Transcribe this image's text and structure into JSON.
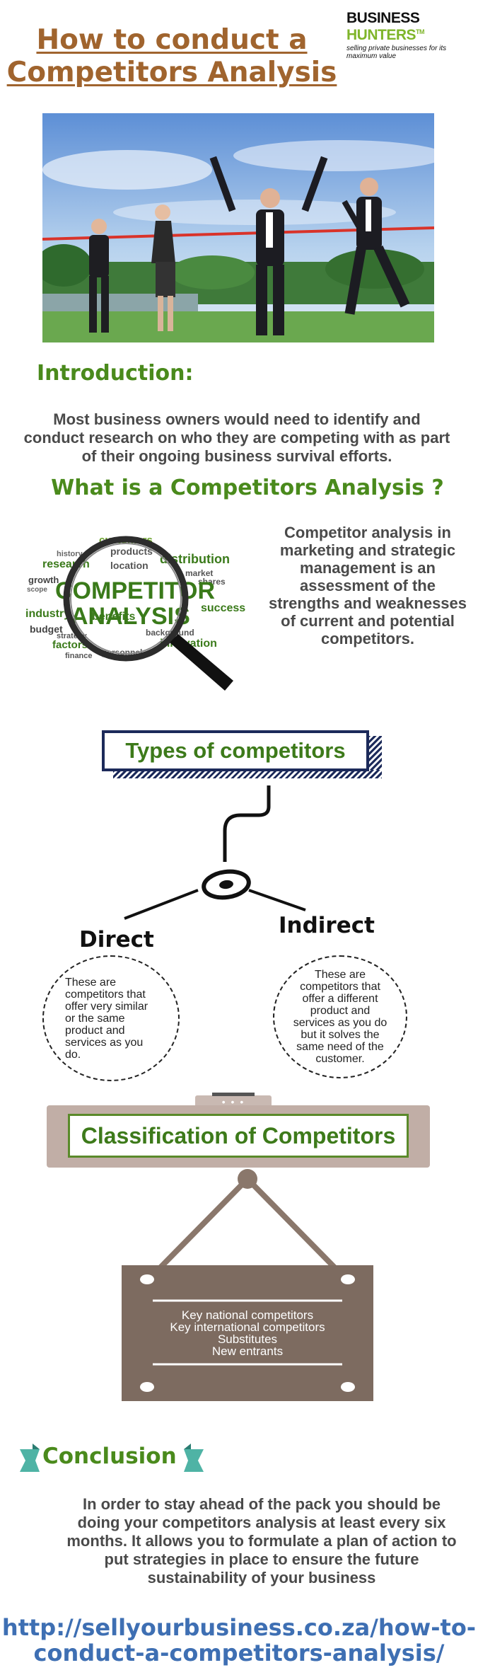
{
  "header": {
    "title_line1": "How to conduct a",
    "title_line2": "Competitors Analysis",
    "logo_part1": "BUSINESS",
    "logo_part2": "HUNTERS",
    "logo_tm": "TM",
    "logo_tagline": "selling private businesses for its maximum value"
  },
  "intro": {
    "heading": "Introduction:",
    "text": "Most business owners would need to identify and conduct research on who they are competing with as part of their ongoing business survival efforts."
  },
  "what": {
    "heading": "What is a Competitors Analysis ?",
    "text": "Competitor analysis in marketing and strategic management is an assessment of the strengths and weaknesses of current and potential competitors.",
    "cloud_main1": "COMPETITOR",
    "cloud_main2": "ANALYSIS",
    "cloud_words": [
      "customers",
      "research",
      "products",
      "distribution",
      "history",
      "location",
      "scope",
      "growth",
      "success",
      "industry",
      "budget",
      "benefits",
      "factors",
      "strategy",
      "background",
      "innovation",
      "personnel",
      "finance",
      "shares",
      "market"
    ]
  },
  "types": {
    "heading": "Types of competitors",
    "direct_label": "Direct",
    "direct_text": "These are competitors that offer very similar or the same product and services as you do.",
    "indirect_label": "Indirect",
    "indirect_text": "These are competitors that offer a different product and services as you do but it solves the same need of the customer."
  },
  "classification": {
    "heading": "Classification of Competitors",
    "dots": "• • •",
    "items": [
      "Key national competitors",
      "Key international competitors",
      "Substitutes",
      "New entrants"
    ]
  },
  "conclusion": {
    "heading": "Conclusion",
    "text": "In order to stay ahead of the pack you should be doing your competitors analysis at least every six months. It allows you to formulate a plan of action to put strategies in place to ensure the future sustainability of your business"
  },
  "footer": {
    "url_line1": "http://sellyourbusiness.co.za/how-to-",
    "url_line2": "conduct-a-competitors-analysis/"
  },
  "colors": {
    "title_brown": "#a0642e",
    "heading_green": "#4a8a1c",
    "url_blue": "#3e6fb3",
    "sign_brown": "#7d6b60",
    "teal_ribbon": "#4fb3a5"
  }
}
